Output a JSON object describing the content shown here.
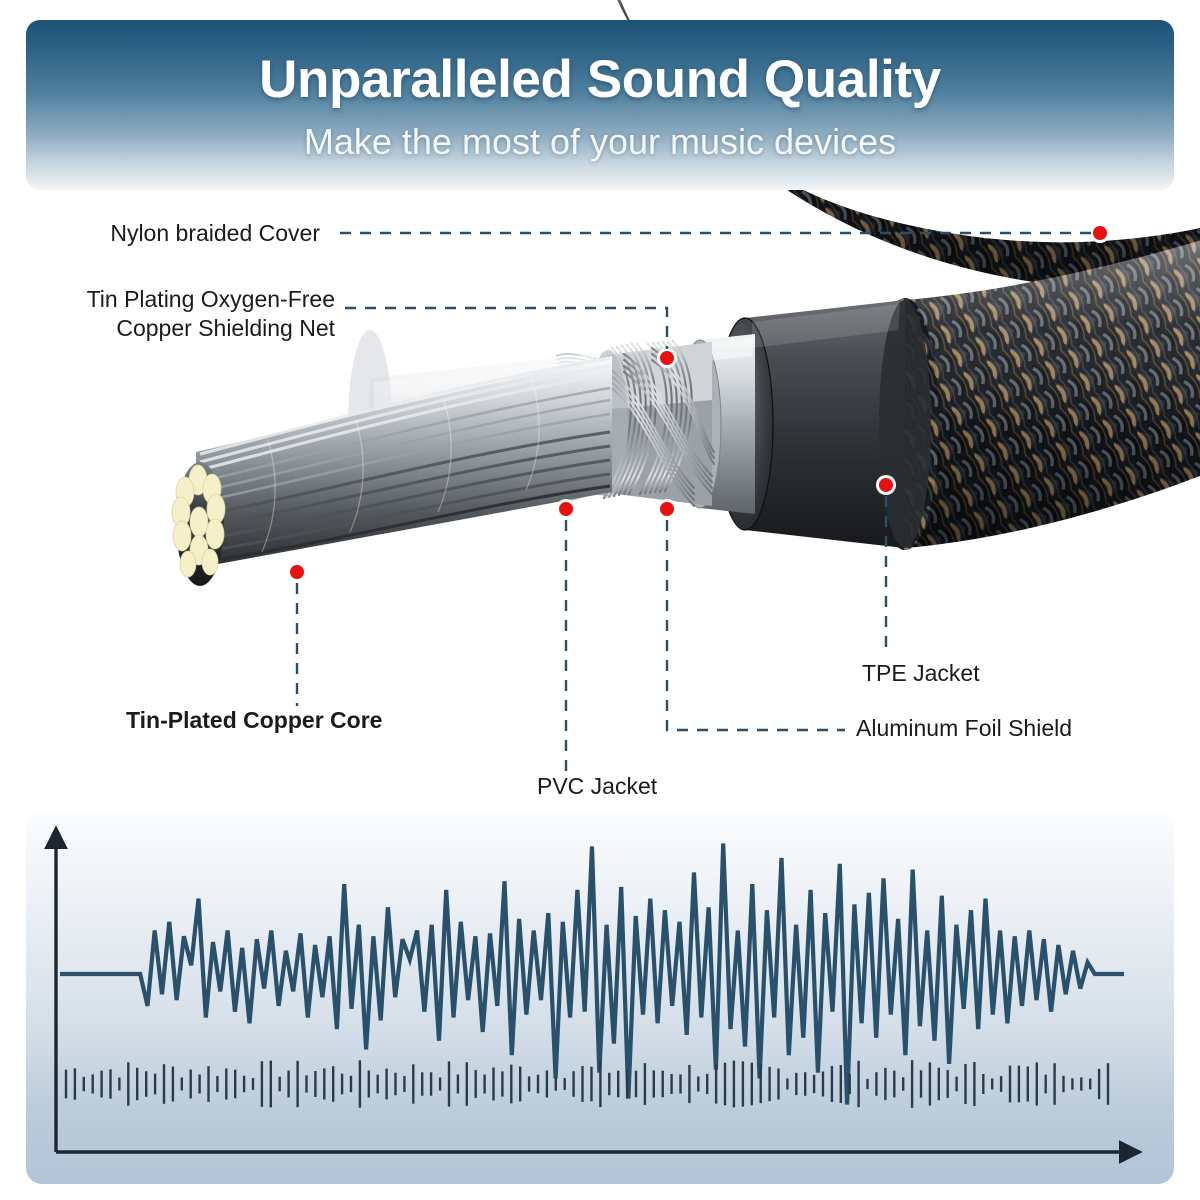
{
  "header": {
    "title": "Unparalleled Sound Quality",
    "subtitle": "Make the most of your music devices",
    "gradient_top": "#1b5275",
    "gradient_bottom": "#f2f5f7"
  },
  "callouts": {
    "nylon": "Nylon braided Cover",
    "shielding_line1": "Tin Plating Oxygen-Free",
    "shielding_line2": "Copper Shielding Net",
    "core": "Tin-Plated Copper Core",
    "pvc": "PVC Jacket",
    "foil": "Aluminum Foil Shield",
    "tpe": "TPE Jacket",
    "marker_color": "#e81010",
    "leader_color": "#2c4f66"
  },
  "cable": {
    "braid_dark": "#181c22",
    "braid_tan": "#b08a53",
    "braid_silver": "#9aa3ab",
    "tpe_jacket": "#3a3d41",
    "foil_shield": "#c9ccd0",
    "shield_net": "#b9bfc5",
    "pvc_jacket": "#d9dce0",
    "copper_strand": "#f5f0c8",
    "wire_silver": "#b6bcc2"
  },
  "chart_data": {
    "type": "line",
    "title": "",
    "xlabel": "",
    "ylabel": "",
    "grid": false,
    "legend": null,
    "axis_color": "#1d2630",
    "wave_color": "#2a516c",
    "baseline_y": 0,
    "description": "Audio waveform: flat baseline at left, amplitude swells through the middle, then decays back to a flat line at right",
    "x": [
      0,
      1,
      2,
      3,
      4,
      5,
      6,
      7,
      8,
      9,
      10,
      11,
      12,
      13,
      14,
      15,
      16,
      17,
      18,
      19,
      20,
      21,
      22,
      23,
      24,
      25,
      26,
      27,
      28,
      29,
      30,
      31,
      32,
      33,
      34,
      35,
      36,
      37,
      38,
      39,
      40,
      41,
      42,
      43,
      44,
      45,
      46,
      47,
      48,
      49,
      50,
      51,
      52,
      53,
      54,
      55,
      56,
      57,
      58,
      59,
      60,
      61,
      62,
      63,
      64,
      65,
      66,
      67,
      68,
      69,
      70,
      71,
      72,
      73,
      74,
      75,
      76,
      77,
      78,
      79,
      80,
      81,
      82,
      83,
      84,
      85,
      86,
      87,
      88,
      89,
      90,
      91,
      92,
      93,
      94,
      95,
      96,
      97,
      98,
      99,
      100,
      101,
      102,
      103,
      104,
      105,
      106,
      107,
      108,
      109,
      110,
      111,
      112,
      113,
      114,
      115,
      116,
      117,
      118,
      119,
      120,
      121,
      122,
      123,
      124,
      125,
      126,
      127,
      128,
      129,
      130,
      131,
      132,
      133,
      134,
      135,
      136,
      137,
      138,
      139,
      140,
      141,
      142,
      143,
      144,
      145,
      146
    ],
    "values": [
      0,
      0,
      0,
      0,
      0,
      0,
      0,
      0,
      0,
      0,
      0,
      0,
      -0.22,
      0.3,
      -0.14,
      0.36,
      -0.18,
      0.26,
      0.06,
      0.52,
      -0.3,
      0.22,
      -0.12,
      0.3,
      -0.26,
      0.18,
      -0.34,
      0.24,
      -0.1,
      0.3,
      -0.22,
      0.16,
      -0.12,
      0.28,
      -0.3,
      0.2,
      -0.16,
      0.26,
      -0.38,
      0.62,
      -0.24,
      0.34,
      -0.52,
      0.26,
      -0.32,
      0.46,
      -0.16,
      0.24,
      0.1,
      0.3,
      -0.26,
      0.34,
      -0.46,
      0.58,
      -0.3,
      0.36,
      -0.18,
      0.26,
      -0.4,
      0.28,
      -0.22,
      0.64,
      -0.56,
      0.38,
      -0.28,
      0.3,
      -0.18,
      0.42,
      -0.72,
      0.36,
      -0.3,
      0.58,
      -0.26,
      0.88,
      -0.68,
      0.34,
      -0.48,
      0.6,
      -0.86,
      0.4,
      -0.28,
      0.52,
      -0.34,
      0.44,
      -0.22,
      0.36,
      -0.42,
      0.7,
      -0.3,
      0.46,
      -0.66,
      0.9,
      -0.38,
      0.3,
      -0.5,
      0.62,
      -0.72,
      0.44,
      -0.3,
      0.8,
      -0.56,
      0.34,
      -0.44,
      0.58,
      -0.68,
      0.42,
      -0.26,
      0.76,
      -0.9,
      0.48,
      -0.34,
      0.56,
      -0.44,
      0.66,
      -0.28,
      0.38,
      -0.56,
      0.72,
      -0.36,
      0.3,
      -0.46,
      0.54,
      -0.62,
      0.34,
      -0.24,
      0.44,
      -0.38,
      0.52,
      -0.28,
      0.3,
      -0.34,
      0.26,
      -0.22,
      0.3,
      -0.18,
      0.24,
      -0.26,
      0.2,
      -0.14,
      0.16,
      -0.1,
      0.08,
      0,
      0,
      0,
      0,
      0
    ],
    "ticks": {
      "count": 118,
      "description": "Dense row of short vertical bars of varying heights below the waveform, representing an audio spectrum/level meter strip"
    }
  }
}
